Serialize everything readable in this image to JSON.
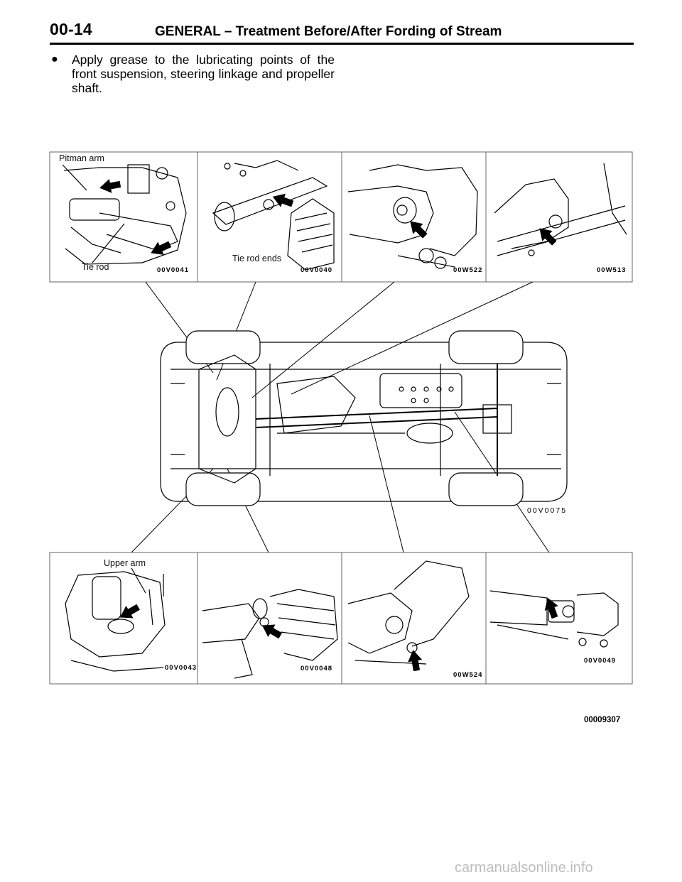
{
  "header": {
    "page_number": "00-14",
    "section_title": "GENERAL – Treatment Before/After Fording of Stream"
  },
  "body": {
    "bullet_symbol": "●",
    "bullet_text": "Apply grease to the lubricating points of the front suspension, steering linkage and propeller shaft."
  },
  "figure": {
    "labels": {
      "pitman_arm": "Pitman arm",
      "tie_rod": "Tie rod",
      "tie_rod_ends": "Tie rod ends",
      "upper_arm": "Upper arm"
    },
    "panel_codes": {
      "top_1": "00V0041",
      "top_2": "00V0040",
      "top_3": "00W522",
      "top_4": "00W513",
      "center": "00V0075",
      "bottom_1": "00V0043",
      "bottom_2": "00V0048",
      "bottom_3": "00W524",
      "bottom_4": "00V0049"
    },
    "figure_id": "00009307"
  },
  "watermark": "carmanualsonline.info"
}
